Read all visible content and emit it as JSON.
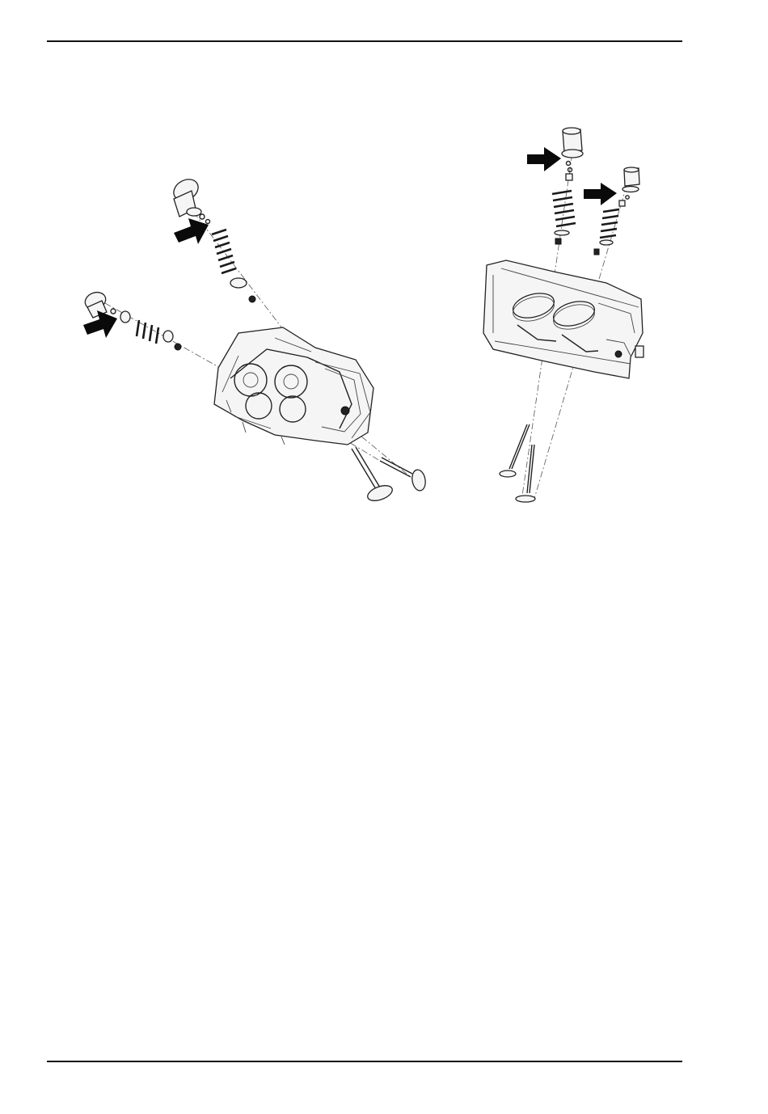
{
  "page": {
    "figure": {
      "left_assembly": "rear-cylinder-head-exploded-view",
      "right_assembly": "front-cylinder-head-exploded-view",
      "callout_arrows": 4,
      "arrow_color": "#0a0a0a",
      "line_color": "#222222"
    }
  }
}
